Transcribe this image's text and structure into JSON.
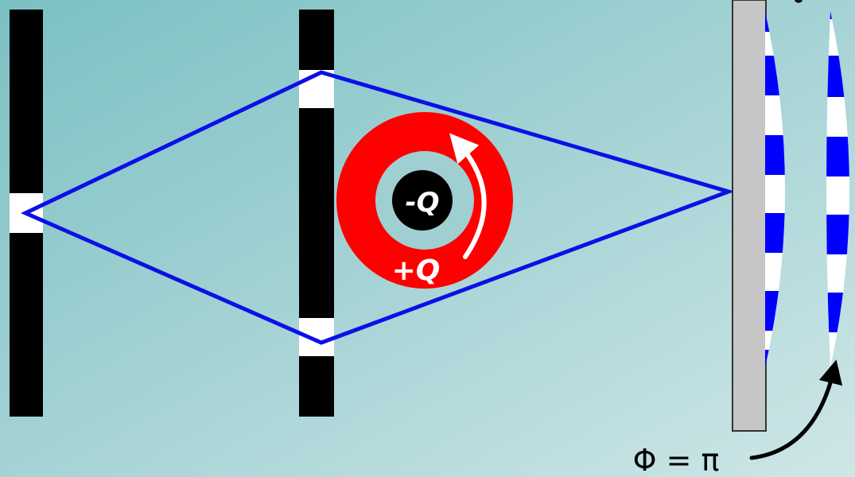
{
  "diagram": {
    "inner_charge_label": "-Q",
    "outer_charge_label": "+Q",
    "phase_label": "Φ = π"
  },
  "colors": {
    "background_start": "#7bc0c3",
    "background_end": "#cfe6e7",
    "barrier": "#000000",
    "slit": "#ffffff",
    "beam_path": "#0b10e6",
    "outer_charge_ring": "#ff0000",
    "inner_charge": "#000000",
    "screen": "#c6c6c6",
    "fringe_blue": "#0000ff",
    "fringe_white": "#ffffff",
    "arrow_white": "#ffffff",
    "arrow_black": "#000000"
  }
}
